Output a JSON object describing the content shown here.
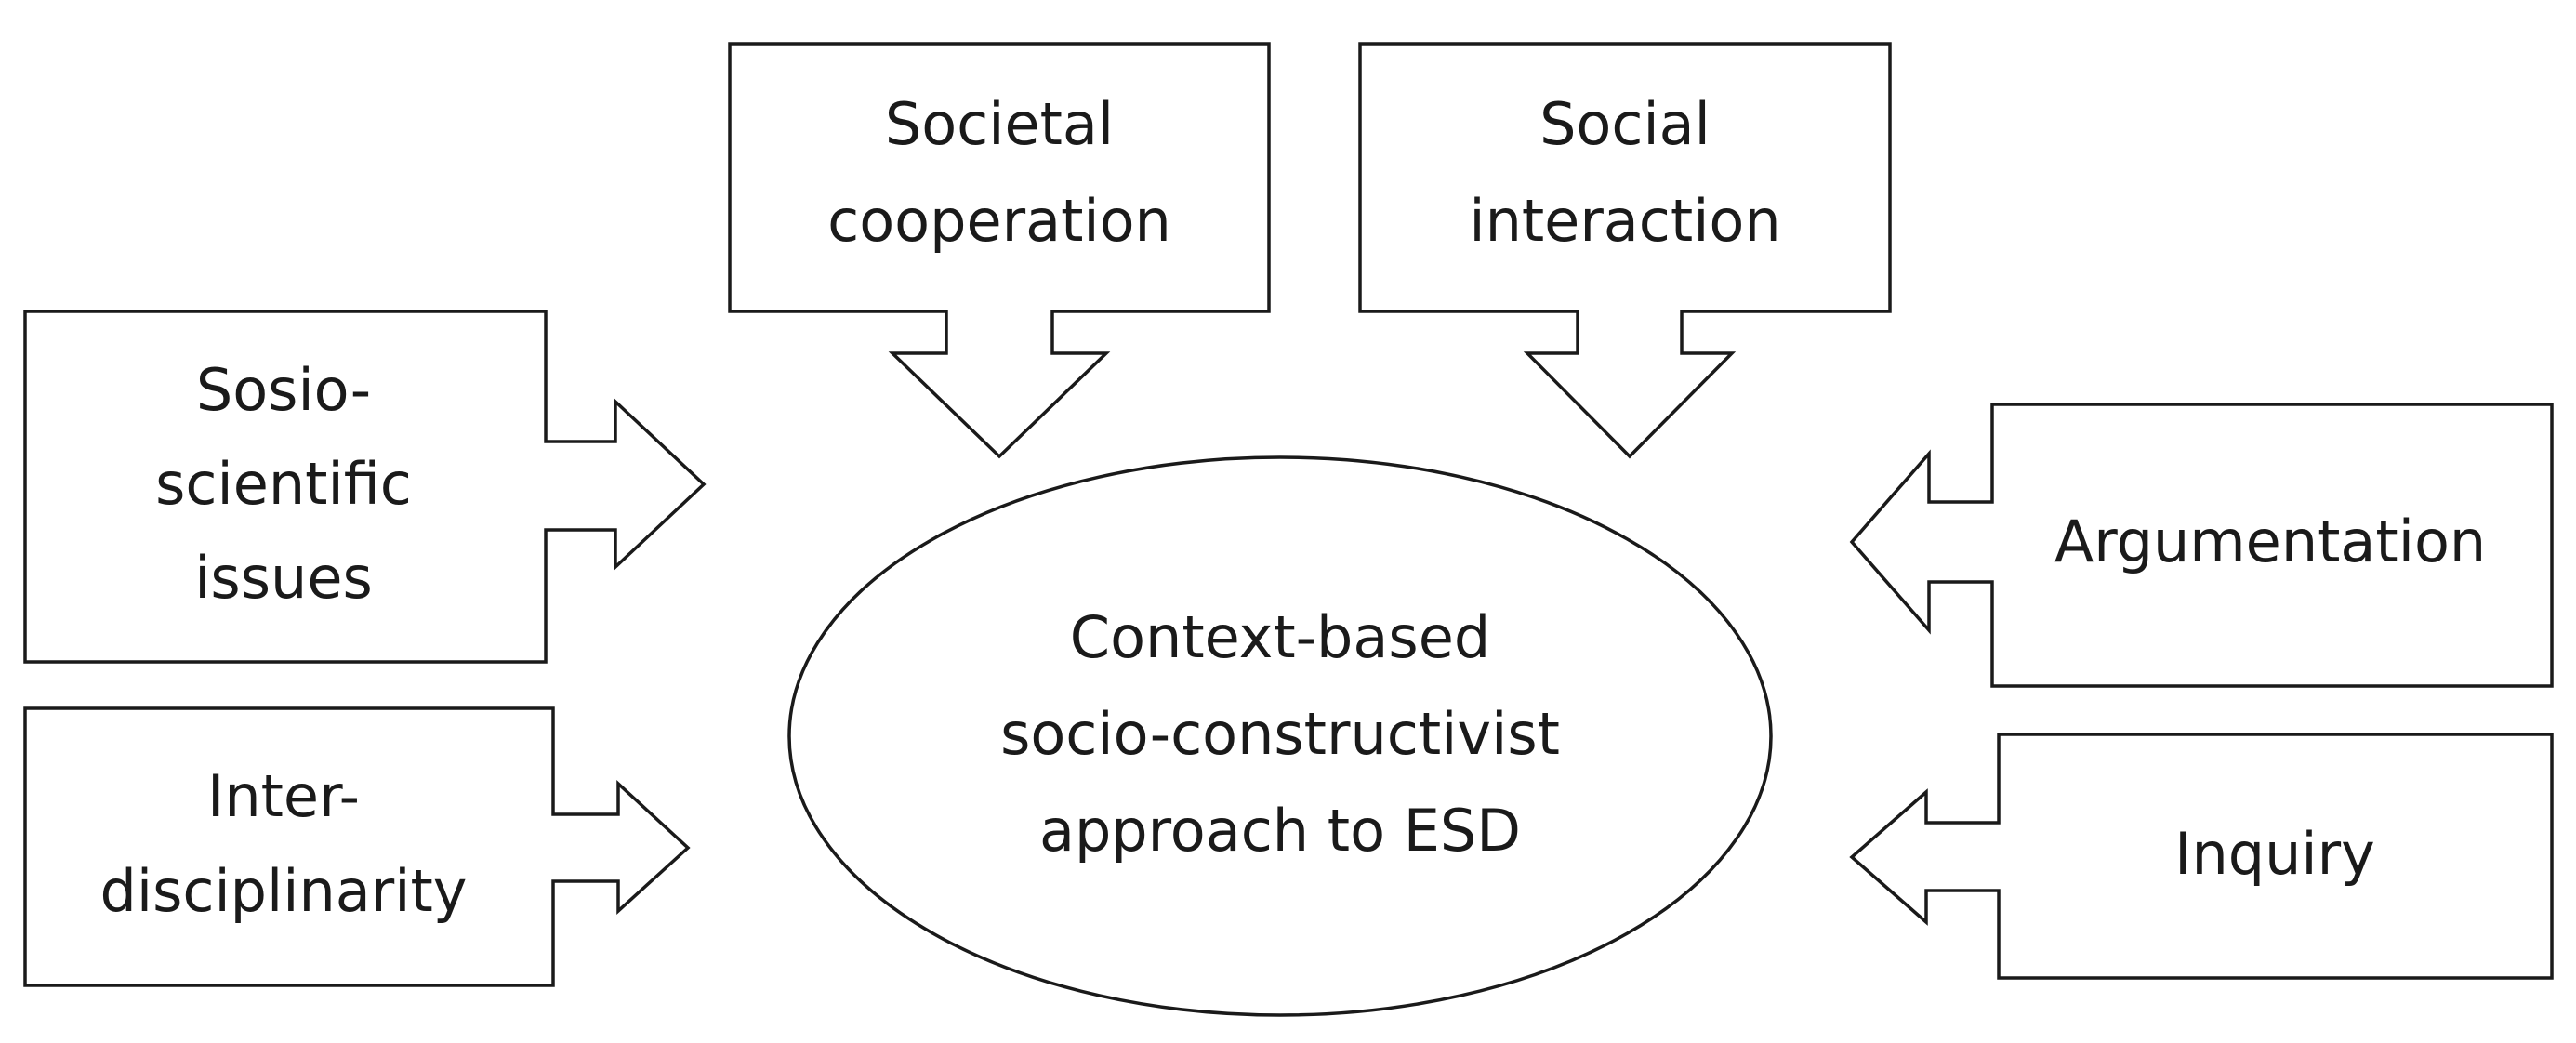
{
  "diagram": {
    "center": {
      "lines": [
        "Context-based",
        "socio-constructivist",
        "approach to ESD"
      ]
    },
    "boxes": {
      "societal_cooperation": {
        "lines": [
          "Societal",
          "cooperation"
        ]
      },
      "social_interaction": {
        "lines": [
          "Social",
          "interaction"
        ]
      },
      "socio_scientific_issues": {
        "lines": [
          "Sosio-",
          "scientific",
          "issues"
        ]
      },
      "interdisciplinarity": {
        "lines": [
          "Inter-",
          "disciplinarity"
        ]
      },
      "argumentation": {
        "lines": [
          "Argumentation"
        ]
      },
      "inquiry": {
        "lines": [
          "Inquiry"
        ]
      }
    }
  }
}
